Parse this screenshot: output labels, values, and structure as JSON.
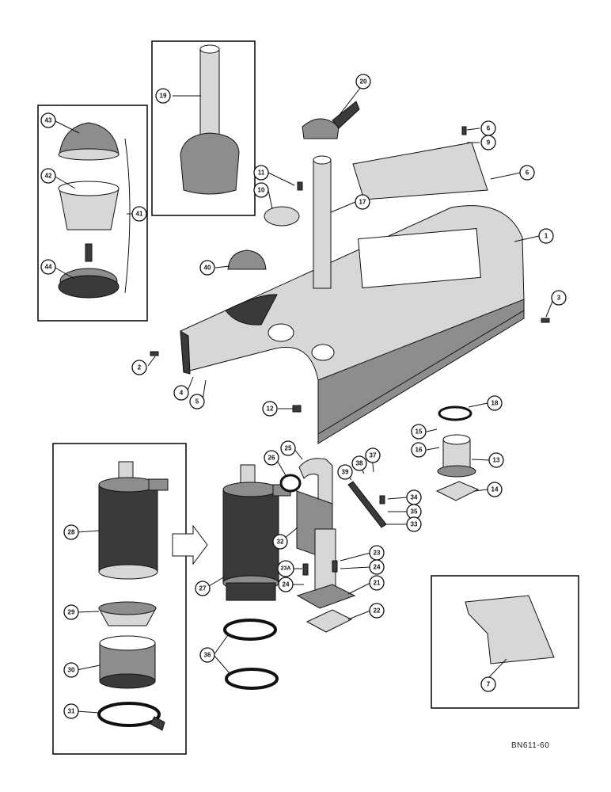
{
  "figure": {
    "document_code": "BN611-60"
  },
  "callouts": [
    {
      "id": "c1",
      "label": "1"
    },
    {
      "id": "c2",
      "label": "2"
    },
    {
      "id": "c3",
      "label": "3"
    },
    {
      "id": "c4",
      "label": "4"
    },
    {
      "id": "c5",
      "label": "5"
    },
    {
      "id": "c6a",
      "label": "6"
    },
    {
      "id": "c6b",
      "label": "6"
    },
    {
      "id": "c7",
      "label": "7"
    },
    {
      "id": "c9",
      "label": "9"
    },
    {
      "id": "c10",
      "label": "10"
    },
    {
      "id": "c11",
      "label": "11"
    },
    {
      "id": "c12",
      "label": "12"
    },
    {
      "id": "c13",
      "label": "13"
    },
    {
      "id": "c14",
      "label": "14"
    },
    {
      "id": "c15",
      "label": "15"
    },
    {
      "id": "c16",
      "label": "16"
    },
    {
      "id": "c17",
      "label": "17"
    },
    {
      "id": "c18",
      "label": "18"
    },
    {
      "id": "c19",
      "label": "19"
    },
    {
      "id": "c20",
      "label": "20"
    },
    {
      "id": "c21",
      "label": "21"
    },
    {
      "id": "c22",
      "label": "22"
    },
    {
      "id": "c23",
      "label": "23"
    },
    {
      "id": "c24a",
      "label": "24"
    },
    {
      "id": "c24b",
      "label": "24"
    },
    {
      "id": "c25",
      "label": "25"
    },
    {
      "id": "c26",
      "label": "26"
    },
    {
      "id": "c27",
      "label": "27"
    },
    {
      "id": "c28",
      "label": "28"
    },
    {
      "id": "c29",
      "label": "29"
    },
    {
      "id": "c30",
      "label": "30"
    },
    {
      "id": "c31",
      "label": "31"
    },
    {
      "id": "c32",
      "label": "32"
    },
    {
      "id": "c33",
      "label": "33"
    },
    {
      "id": "c34",
      "label": "34"
    },
    {
      "id": "c35",
      "label": "35"
    },
    {
      "id": "c36",
      "label": "36"
    },
    {
      "id": "c37",
      "label": "37"
    },
    {
      "id": "c38",
      "label": "38"
    },
    {
      "id": "c39",
      "label": "39"
    },
    {
      "id": "c40",
      "label": "40"
    },
    {
      "id": "c41",
      "label": "41"
    },
    {
      "id": "c42",
      "label": "42"
    },
    {
      "id": "c43",
      "label": "43"
    },
    {
      "id": "c44",
      "label": "44"
    },
    {
      "id": "c23a",
      "label": "23A"
    }
  ]
}
